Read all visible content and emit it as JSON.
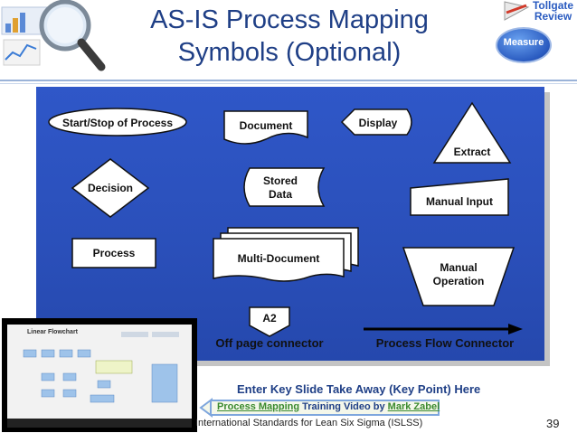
{
  "slide": {
    "title_line1": "AS-IS Process Mapping",
    "title_line2": "Symbols (Optional)",
    "takeaway": "Enter Key Slide Take Away (Key Point) Here",
    "footer": "International Standards for Lean Six Sigma (ISLSS)",
    "page_number": "39"
  },
  "badge": {
    "tollgate_line1": "Tollgate",
    "tollgate_line2": "Review",
    "measure": "Measure"
  },
  "symbols": {
    "start_stop": "Start/Stop of Process",
    "document": "Document",
    "display": "Display",
    "extract": "Extract",
    "decision": "Decision",
    "stored_data_line1": "Stored",
    "stored_data_line2": "Data",
    "manual_input": "Manual Input",
    "process": "Process",
    "multi_document": "Multi-Document",
    "manual_operation_line1": "Manual",
    "manual_operation_line2": "Operation",
    "offpage_code": "A2",
    "offpage_label": "Off page connector",
    "flow_label": "Process Flow Connector"
  },
  "callout": {
    "link1": "Process Mapping",
    "middle": " Training Video by ",
    "link2": "Mark Zabel"
  },
  "video": {
    "heading": "Linear Flowchart"
  },
  "colors": {
    "title": "#1f3f86",
    "diagram_bg": "#2f57c8",
    "link_green": "#3a8a2e"
  }
}
